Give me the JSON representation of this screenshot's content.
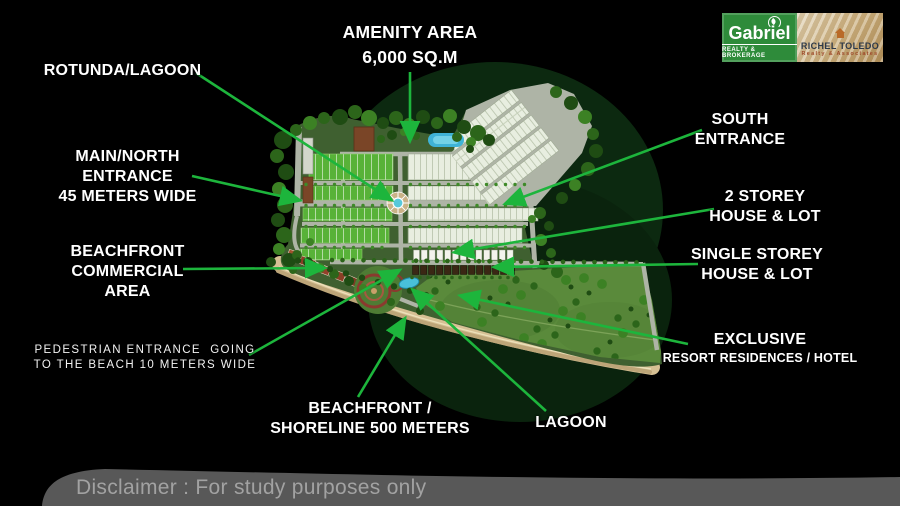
{
  "annotations": {
    "amenity": {
      "l1": "AMENITY AREA",
      "l2": "6,000 SQ.M"
    },
    "rotunda": {
      "l1": "ROTUNDA/LAGOON"
    },
    "main_entrance": {
      "l1": "MAIN/NORTH",
      "l2": "ENTRANCE",
      "l3": "45 METERS WIDE"
    },
    "beachfront_commercial": {
      "l1": "BEACHFRONT",
      "l2": "COMMERCIAL",
      "l3": "AREA"
    },
    "pedestrian_entrance": {
      "l1": "PEDESTRIAN ENTRANCE  GOING",
      "l2": "TO THE BEACH 10 METERS WIDE"
    },
    "shoreline": {
      "l1": "BEACHFRONT /",
      "l2": "SHORELINE 500 METERS"
    },
    "lagoon": {
      "l1": "LAGOON"
    },
    "south_entrance": {
      "l1": "SOUTH",
      "l2": "ENTRANCE"
    },
    "two_storey": {
      "l1": "2 STOREY",
      "l2": "HOUSE & LOT"
    },
    "single_storey": {
      "l1": "SINGLE STOREY",
      "l2": "HOUSE & LOT"
    },
    "exclusive": {
      "l1": "EXCLUSIVE",
      "l2": "RESORT RESIDENCES / HOTEL"
    }
  },
  "logos": {
    "gabriel": {
      "name": "Gabriel",
      "tagline": "REALTY & BROKERAGE",
      "bg_color": "#2e8b3a"
    },
    "richel_toledo": {
      "name": "RICHEL TOLEDO",
      "tagline": "Realty & Associates"
    }
  },
  "disclaimer": {
    "text": "Disclaimer : For study purposes only"
  },
  "colors": {
    "arrow_green": "#1db53c",
    "label_text": "#ffffff",
    "disclaimer_bar": "#585858",
    "disclaimer_text": "#a2a2a2"
  }
}
